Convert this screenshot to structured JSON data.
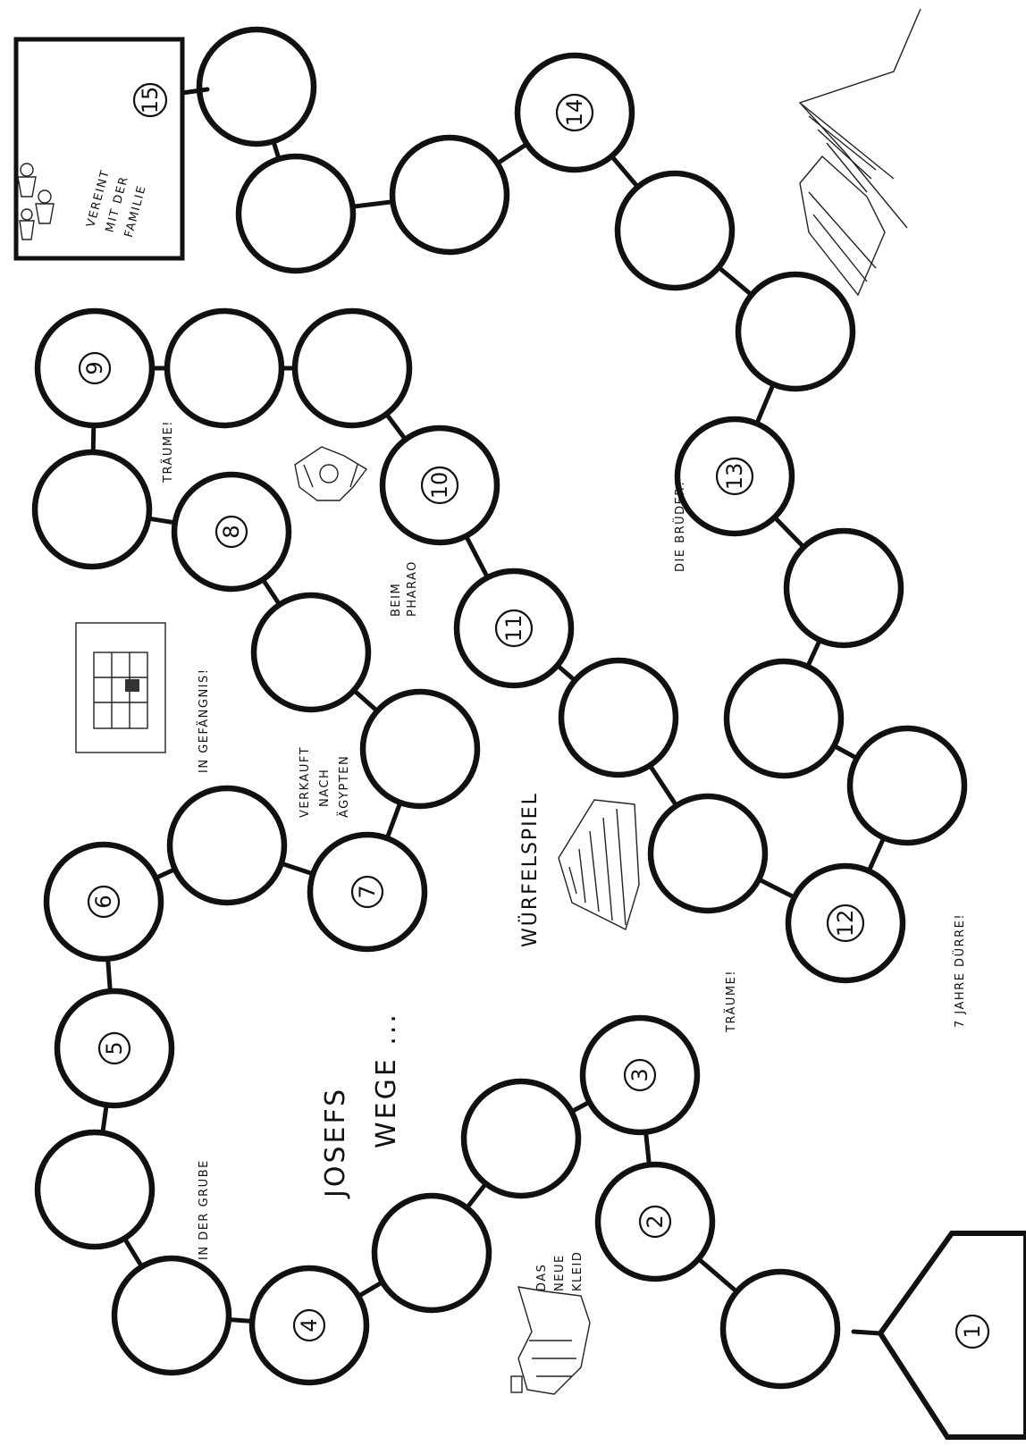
{
  "board": {
    "title_line1": "JOSEFS",
    "title_line2": "WEGE ...",
    "start_number": "1",
    "finish_number": "15",
    "finish_lines": [
      "VEREINT",
      "MIT DER",
      "FAMILIE"
    ],
    "dice_game_label": "WÜRFELSPIEL",
    "cell_numbers": {
      "c2": "2",
      "c3": "3",
      "c4": "4",
      "c5": "5",
      "c6": "6",
      "c7": "7",
      "c8": "8",
      "c9": "9",
      "c10": "10",
      "c11": "11",
      "c12": "12",
      "c13": "13",
      "c14": "14"
    },
    "labels": {
      "new_dress": [
        "DAS",
        "NEUE",
        "KLEID"
      ],
      "dreams_3": "TRÄUME!",
      "in_pit": "IN DER GRUBE",
      "sold_to_egypt": [
        "VERKAUFT",
        "NACH",
        "ÄGYPTEN"
      ],
      "in_prison": "IN GEFÄNGNIS!",
      "dreams_9": "TRÄUME!",
      "pharaoh": [
        "BEIM",
        "PHARAO"
      ],
      "seven_years": "7 JAHRE DÜRRE!",
      "brothers": "DIE BRÜDER!"
    }
  }
}
